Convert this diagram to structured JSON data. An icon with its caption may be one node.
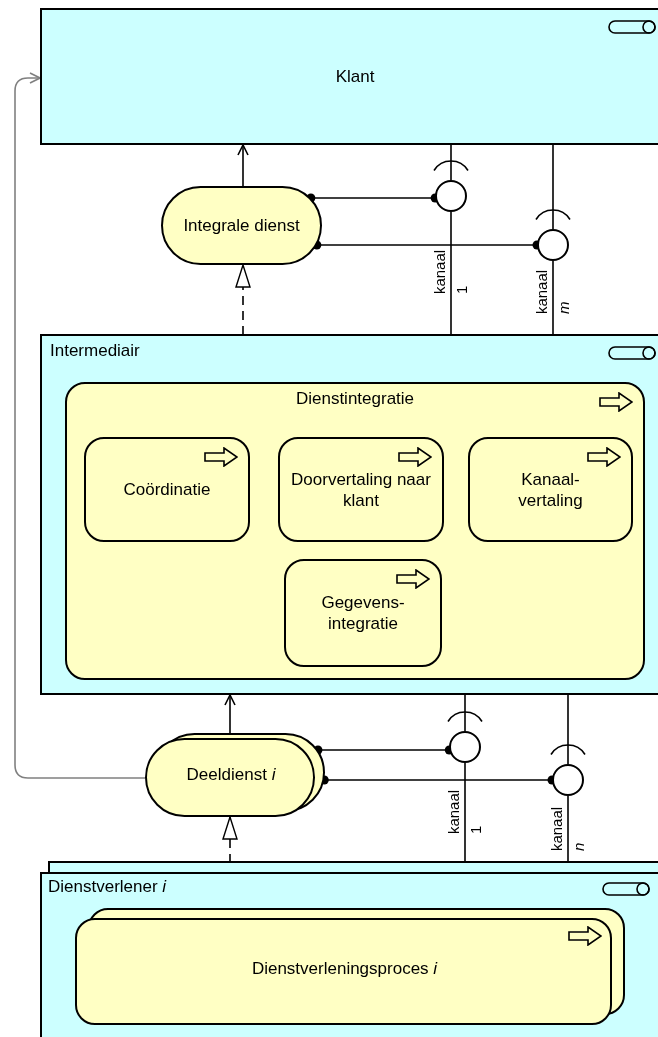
{
  "diagram": {
    "nodes": [
      {
        "text": [
          "Klant"
        ]
      },
      {
        "text": [
          "Integrale dienst"
        ]
      },
      {
        "text": [],
        "shape": "circle"
      },
      {
        "text": [],
        "shape": "circle"
      },
      {
        "text": [
          "Intermediair"
        ]
      },
      {
        "text": [
          "Dienstintegratie"
        ],
        "in": 4
      },
      {
        "text": [
          "Coördinatie"
        ],
        "in": 5
      },
      {
        "text": [
          "Doorvertaling naar klant"
        ],
        "in": 5
      },
      {
        "text": [
          "Kanaal-vertaling"
        ],
        "in": 5
      },
      {
        "text": [
          "Gegevens-integratie"
        ],
        "in": 5
      },
      {
        "text": [
          "Deeldienst *i*"
        ]
      },
      {
        "text": [],
        "shape": "circle"
      },
      {
        "text": [],
        "shape": "circle"
      },
      {
        "text": [
          "Dienstverlener *i*"
        ]
      },
      {
        "text": [
          "Dienstverleningsproces *i*"
        ],
        "in": 13
      }
    ],
    "edges": [
      {
        "from": 1,
        "to": 0,
        "arrow": "to"
      },
      {
        "from": 1,
        "to": 2,
        "arrow": "other"
      },
      {
        "from": 1,
        "to": 3,
        "arrow": "other"
      },
      {
        "from": 0,
        "to": 2,
        "arrow": "other"
      },
      {
        "from": 0,
        "to": 3,
        "arrow": "other"
      },
      {
        "from": 2,
        "to": 4,
        "arrow": "none",
        "label": "kanaal 1"
      },
      {
        "from": 3,
        "to": 4,
        "arrow": "none",
        "label": "kanaal *m*"
      },
      {
        "from": 5,
        "to": 1,
        "arrow": "to",
        "style": "dashed"
      },
      {
        "from": 10,
        "to": 4,
        "arrow": "to"
      },
      {
        "from": 10,
        "to": 0,
        "arrow": "to",
        "color": "#808080"
      },
      {
        "from": 10,
        "to": 11,
        "arrow": "other"
      },
      {
        "from": 10,
        "to": 12,
        "arrow": "other"
      },
      {
        "from": 4,
        "to": 11,
        "arrow": "other"
      },
      {
        "from": 4,
        "to": 12,
        "arrow": "other"
      },
      {
        "from": 11,
        "to": 13,
        "arrow": "none",
        "label": "kanaal 1"
      },
      {
        "from": 12,
        "to": 13,
        "arrow": "none",
        "label": "kanaal *n*"
      },
      {
        "from": 14,
        "to": 10,
        "arrow": "to",
        "style": "dashed"
      }
    ]
  }
}
